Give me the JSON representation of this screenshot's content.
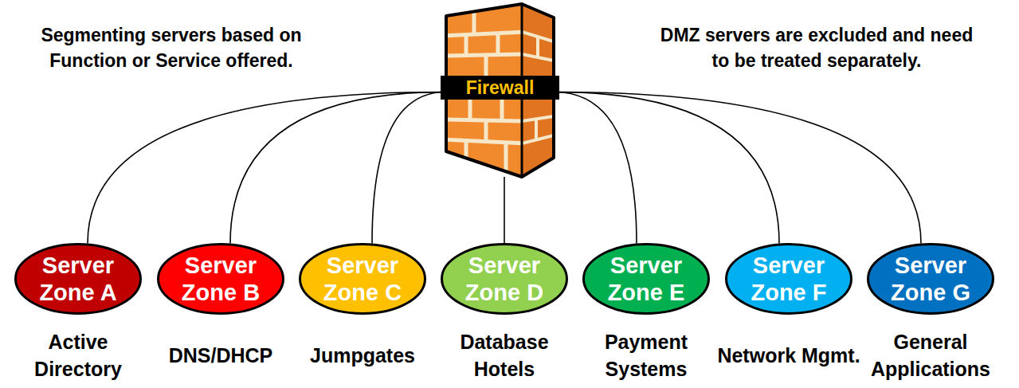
{
  "diagram": {
    "nodes": [
      {
        "text": [
          "Firewall"
        ]
      },
      {
        "text": [
          "Server Zone A",
          "Active Directory"
        ]
      },
      {
        "text": [
          "Server Zone B",
          "DNS/DHCP"
        ]
      },
      {
        "text": [
          "Server Zone C",
          "Jumpgates"
        ]
      },
      {
        "text": [
          "Server Zone D",
          "Database Hotels"
        ]
      },
      {
        "text": [
          "Server Zone E",
          "Payment Systems"
        ]
      },
      {
        "text": [
          "Server Zone F",
          "Network Mgmt."
        ]
      },
      {
        "text": [
          "Server Zone G",
          "General Applications"
        ]
      }
    ],
    "edges": [
      {
        "from": 0,
        "to": 1,
        "arrow": "none"
      },
      {
        "from": 0,
        "to": 2,
        "arrow": "none"
      },
      {
        "from": 0,
        "to": 3,
        "arrow": "none"
      },
      {
        "from": 0,
        "to": 4,
        "arrow": "none"
      },
      {
        "from": 0,
        "to": 5,
        "arrow": "none"
      },
      {
        "from": 0,
        "to": 6,
        "arrow": "none"
      },
      {
        "from": 0,
        "to": 7,
        "arrow": "none"
      }
    ],
    "labels": [
      "Segmenting servers based on Function or Service offered.",
      "DMZ servers are excluded and need to be treated separately."
    ]
  }
}
